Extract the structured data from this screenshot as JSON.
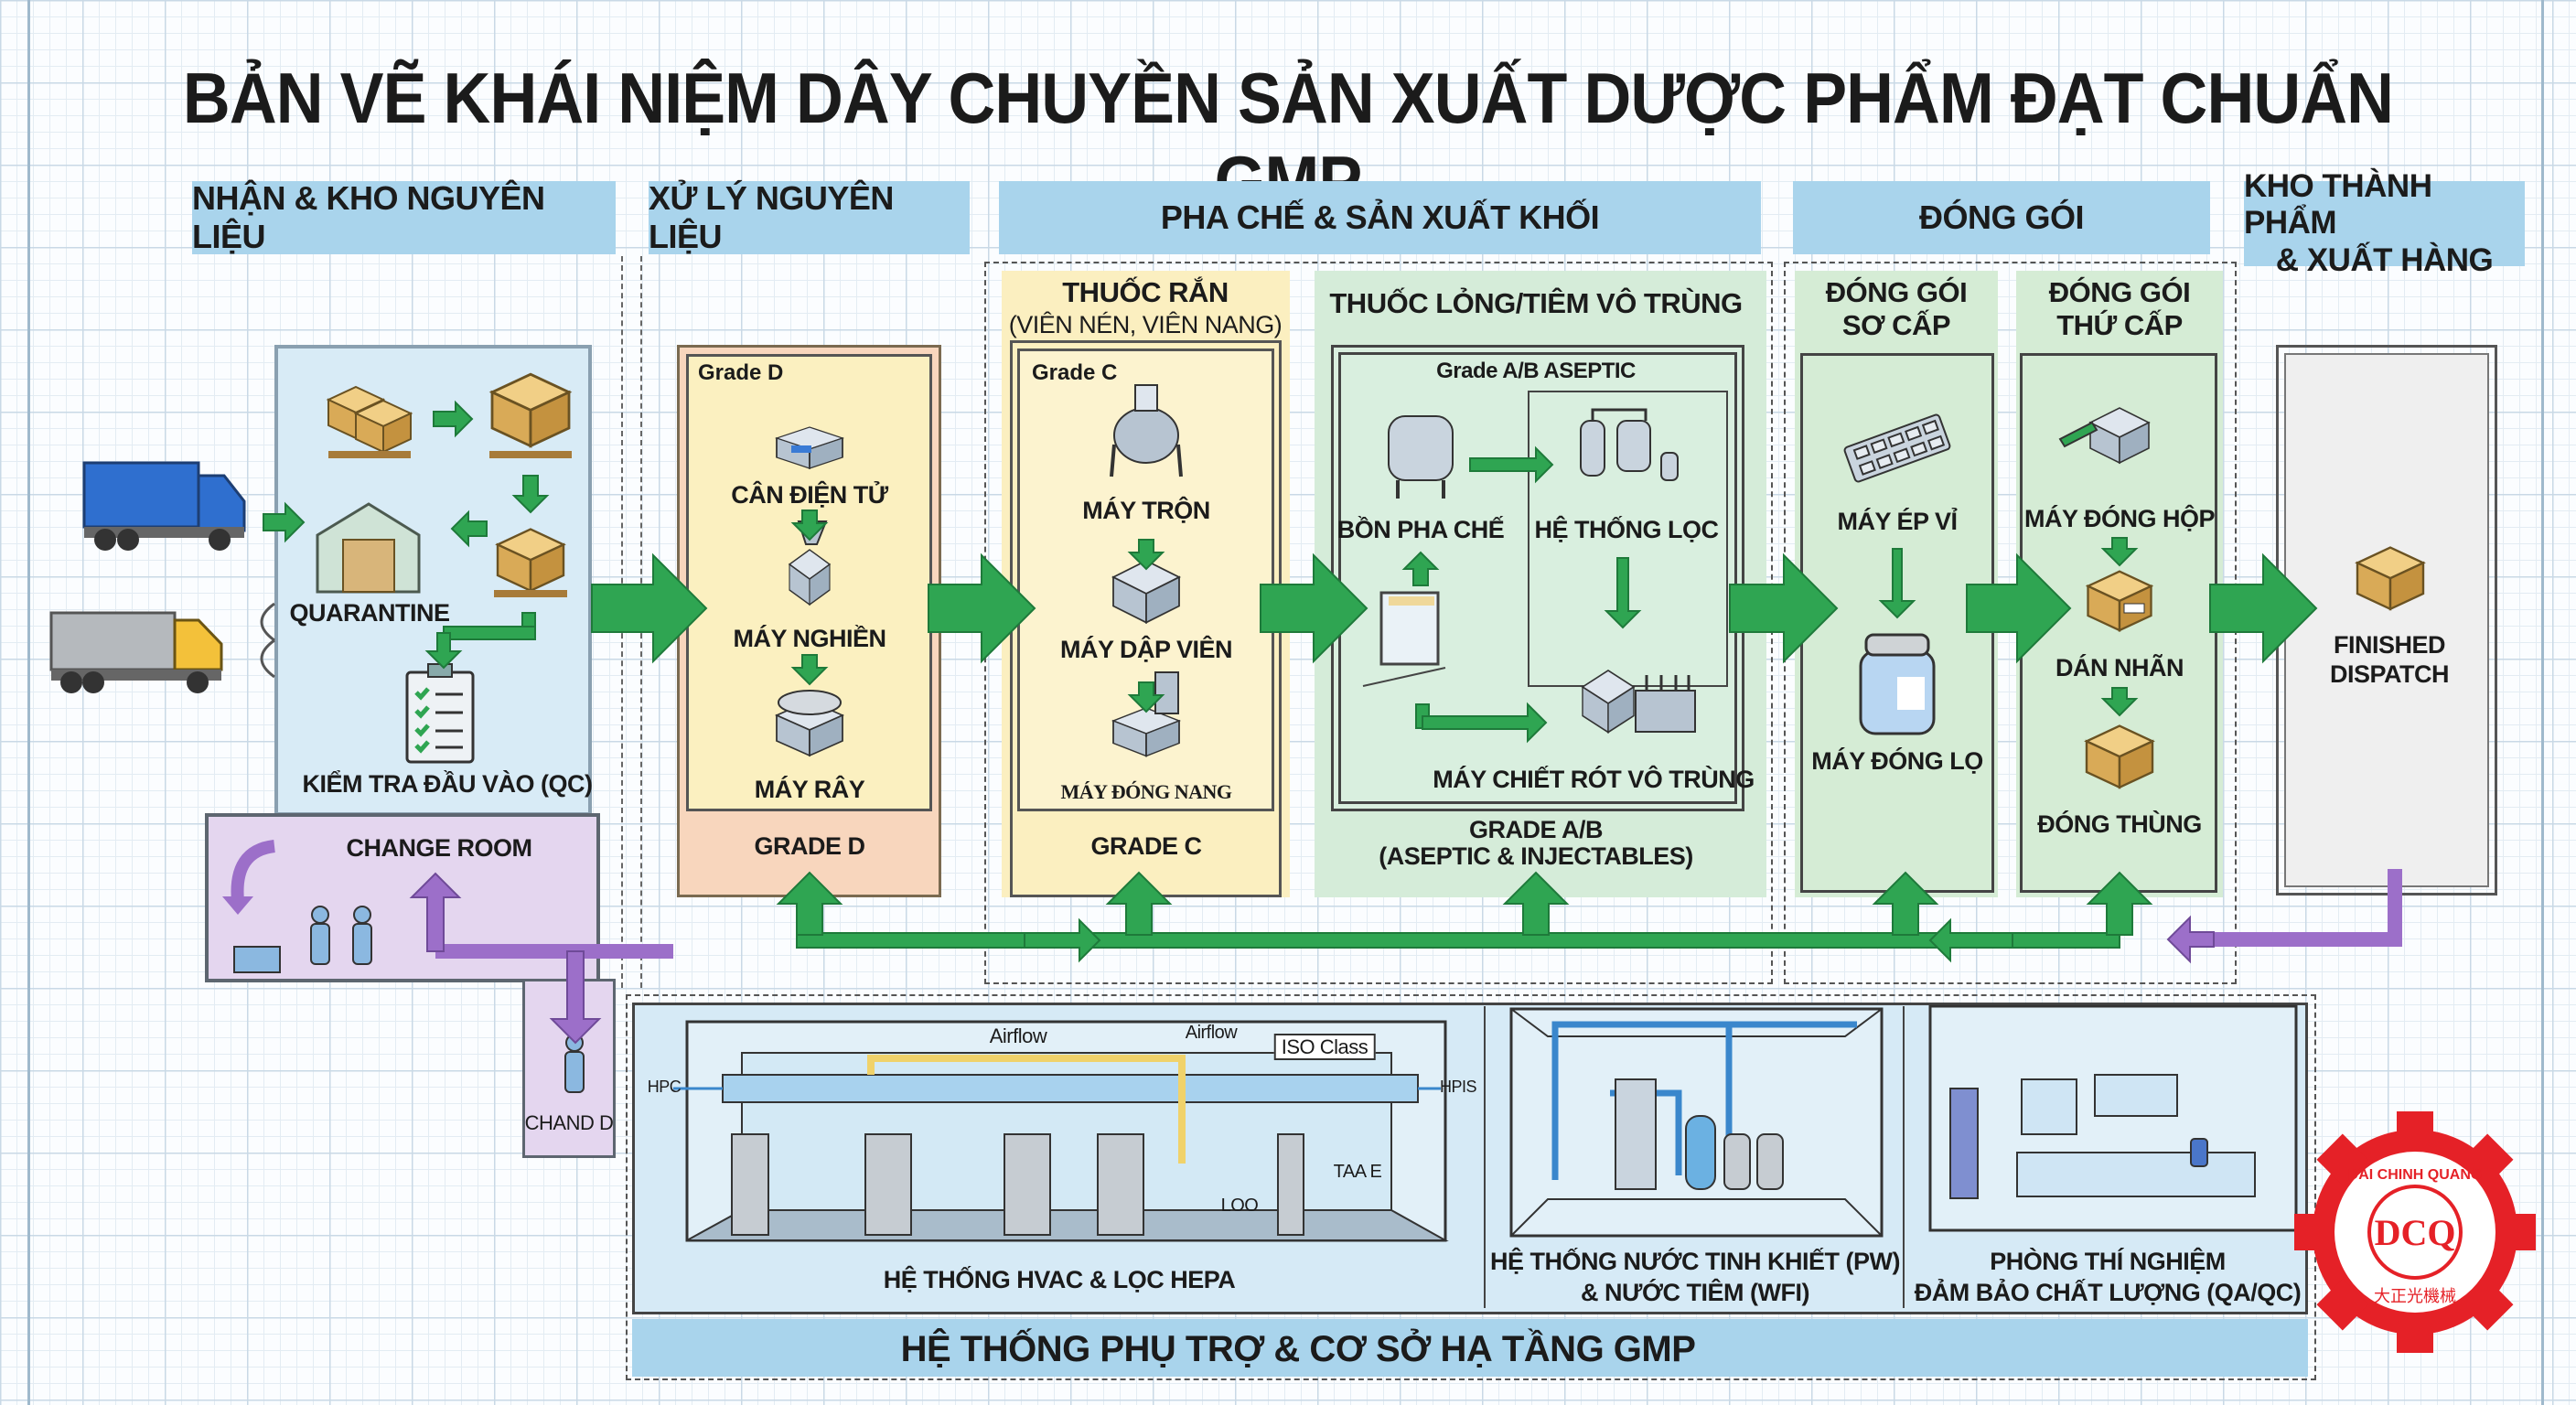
{
  "title": "BẢN VẼ KHÁI NIỆM DÂY CHUYỀN SẢN XUẤT DƯỢC PHẨM ĐẠT CHUẨN GMP",
  "stages": [
    {
      "label": "NHẬN & KHO NGUYÊN LIỆU"
    },
    {
      "label": "XỬ LÝ NGUYÊN LIỆU"
    },
    {
      "label": "PHA CHẾ & SẢN XUẤT KHỐI"
    },
    {
      "label": "ĐÓNG GÓI"
    },
    {
      "label_line1": "KHO THÀNH PHẨM",
      "label_line2": "& XUẤT HÀNG"
    }
  ],
  "receiving": {
    "quarantine": "QUARANTINE",
    "qc": "KIỂM TRA ĐẦU VÀO (QC)"
  },
  "change_room": {
    "label": "CHANGE ROOM",
    "gowning": "CHAND D"
  },
  "grade_d": {
    "tag": "Grade D",
    "items": [
      "CÂN ĐIỆN TỬ",
      "MÁY NGHIỀN",
      "MÁY RÂY"
    ],
    "footer": "GRADE D"
  },
  "solid": {
    "title": "THUỐC RẮN",
    "subtitle": "(VIÊN NÉN, VIÊN NANG)",
    "tag": "Grade C",
    "items": [
      "MÁY TRỘN",
      "MÁY DẬP VIÊN",
      "MÁY ĐÓNG NANG"
    ],
    "footer": "GRADE C"
  },
  "liquid": {
    "title": "THUỐC LỎNG/TIÊM VÔ TRÙNG",
    "tag": "Grade A/B ASEPTIC",
    "items": [
      "BỒN PHA CHẾ",
      "HỆ THỐNG LỌC",
      "MÁY CHIẾT RÓT VÔ TRÙNG"
    ],
    "footer_line1": "GRADE A/B",
    "footer_line2": "(ASEPTIC & INJECTABLES)"
  },
  "primary_pack": {
    "title_line1": "ĐÓNG GÓI",
    "title_line2": "SƠ CẤP",
    "items": [
      "MÁY ÉP VỈ",
      "MÁY ĐÓNG LỌ"
    ]
  },
  "secondary_pack": {
    "title_line1": "ĐÓNG GÓI",
    "title_line2": "THỨ CẤP",
    "items": [
      "MÁY ĐÓNG HỘP",
      "DÁN NHÃN",
      "ĐÓNG THÙNG"
    ]
  },
  "finished": {
    "line1": "FINISHED",
    "line2": "DISPATCH"
  },
  "support": {
    "hvac": {
      "airflow_1": "Airflow",
      "airflow_2": "Airflow",
      "iso_class": "ISO Class",
      "hpc": "HPC",
      "hpis": "HPIS",
      "taa": "TAA E",
      "loo": "LOO",
      "caption": "HỆ THỐNG HVAC & LỌC HEPA"
    },
    "water": {
      "line1": "HỆ THỐNG NƯỚC TINH KHIẾT (PW)",
      "line2": "& NƯỚC TIÊM (WFI)"
    },
    "lab": {
      "line1": "PHÒNG THÍ NGHIỆM",
      "line2": "ĐẢM BẢO CHẤT LƯỢNG (QA/QC)"
    },
    "banner": "HỆ THỐNG PHỤ TRỢ & CƠ SỞ HẠ TẦNG GMP"
  },
  "logo": {
    "ring_text": "DAI CHINH QUANG",
    "center": "DCQ",
    "chinese": "大正光機械"
  },
  "colors": {
    "flow_green": "#2fa552",
    "return_purple": "#9c6fc9",
    "stage_blue": "#a9d4ec",
    "zone_yellow": "#fbf0c0",
    "zone_green": "#d5ecd5",
    "zone_blue": "#d8ebf6",
    "logo_red": "#e52127"
  }
}
